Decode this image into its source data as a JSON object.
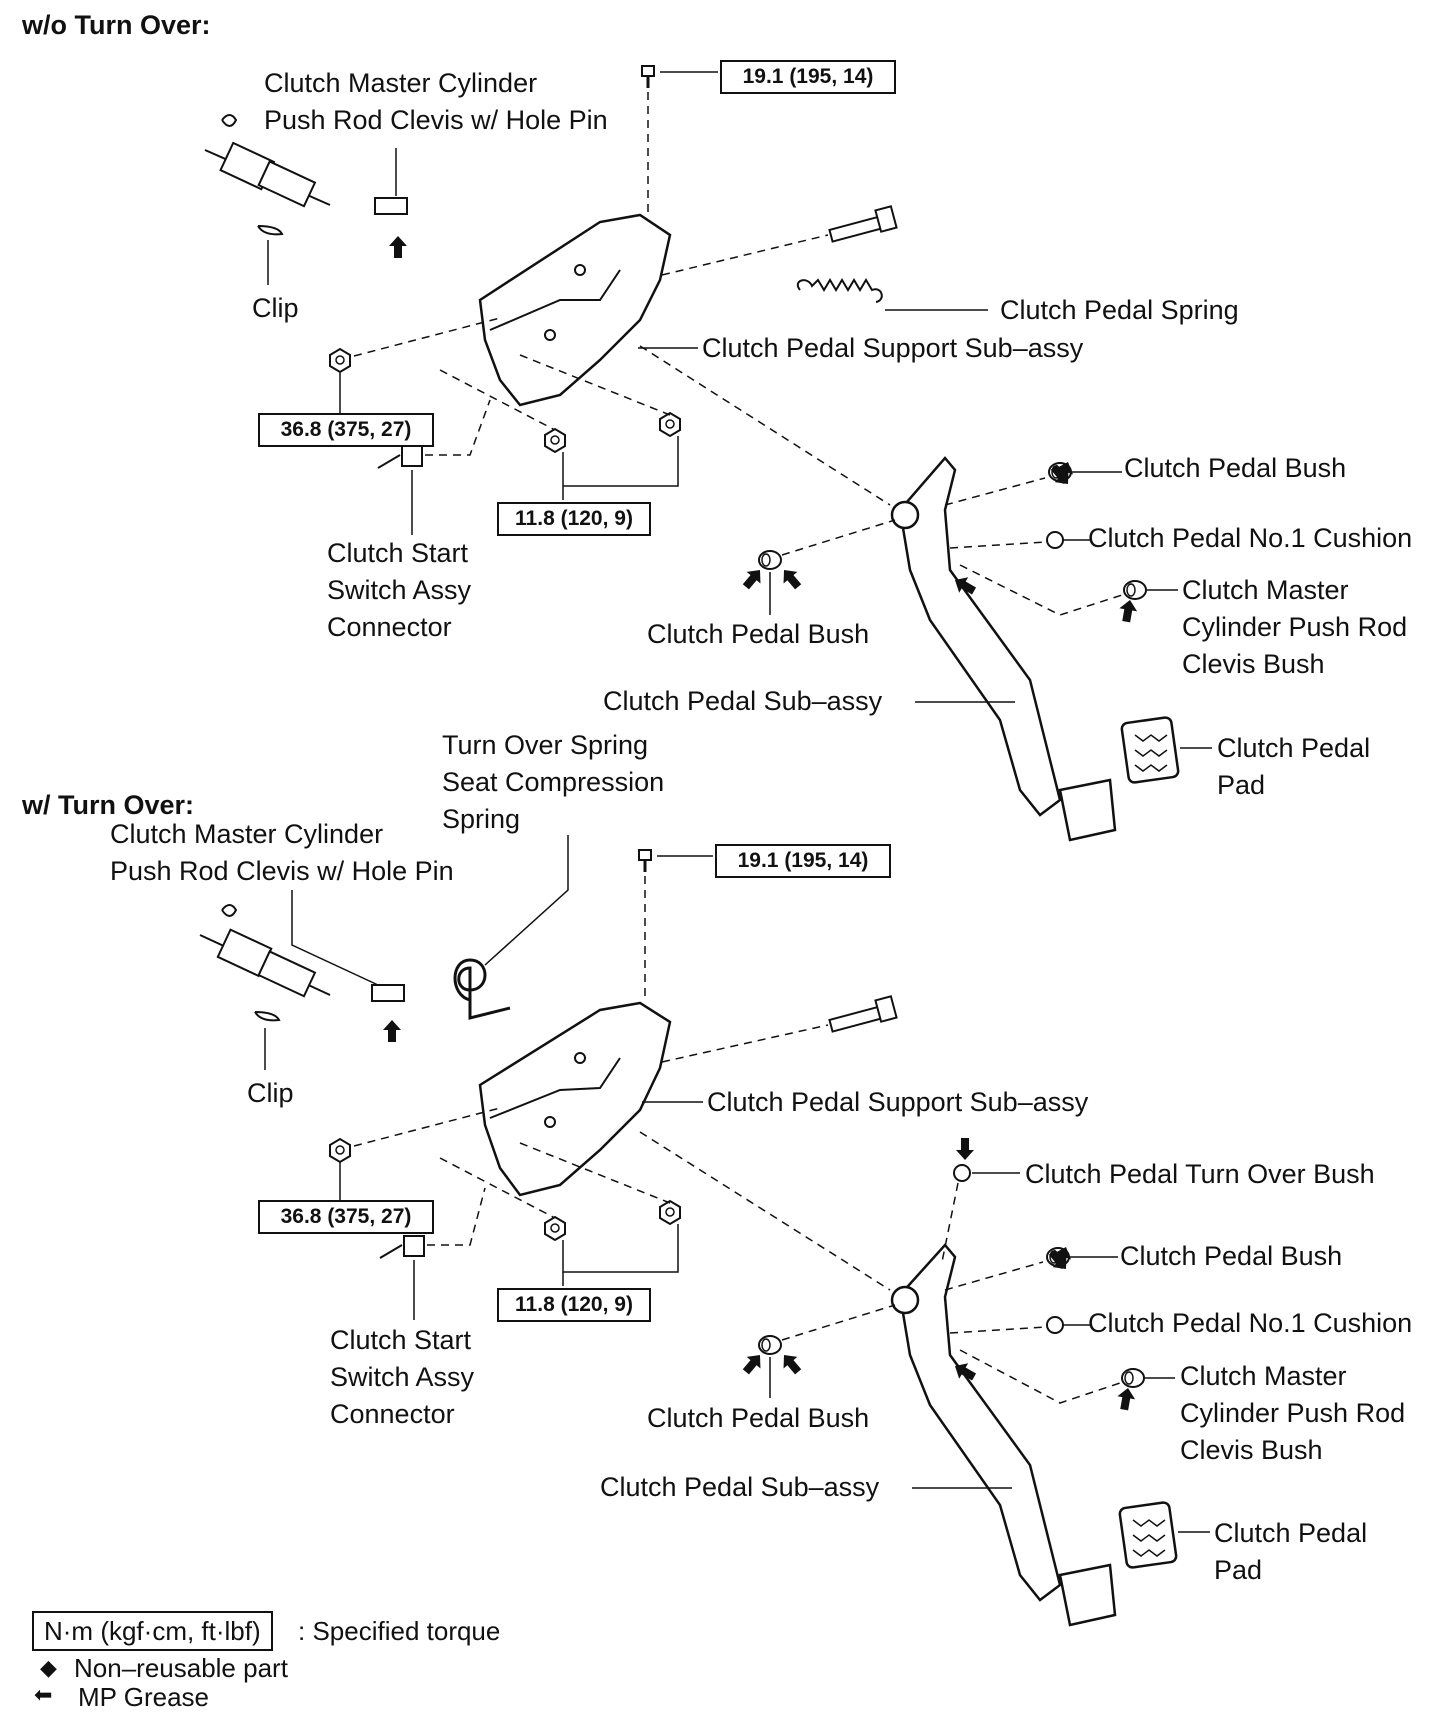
{
  "sections": {
    "top_title": "w/o Turn Over:",
    "bottom_title": "w/ Turn Over:"
  },
  "top": {
    "clevis_pin_l1": "Clutch Master Cylinder",
    "clevis_pin_l2": "Push Rod Clevis w/ Hole Pin",
    "clip": "Clip",
    "pedal_spring": "Clutch Pedal Spring",
    "support_subassy": "Clutch Pedal Support Sub–assy",
    "pedal_bush_right": "Clutch Pedal Bush",
    "no1_cushion": "Clutch Pedal No.1 Cushion",
    "clevis_bush_l1": "Clutch Master",
    "clevis_bush_l2": "Cylinder Push Rod",
    "clevis_bush_l3": "Clevis Bush",
    "pedal_bush_left": "Clutch Pedal Bush",
    "start_switch_l1": "Clutch Start",
    "start_switch_l2": "Switch Assy",
    "start_switch_l3": "Connector",
    "pedal_subassy": "Clutch Pedal Sub–assy",
    "pad_l1": "Clutch Pedal",
    "pad_l2": "Pad",
    "torque_bolt": "19.1 (195, 14)",
    "torque_nut_left": "36.8 (375, 27)",
    "torque_nuts": "11.8 (120, 9)"
  },
  "bottom": {
    "turn_over_l1": "Turn Over Spring",
    "turn_over_l2": "Seat Compression",
    "turn_over_l3": "Spring",
    "clevis_pin_l1": "Clutch Master Cylinder",
    "clevis_pin_l2": "Push Rod Clevis w/ Hole Pin",
    "clip": "Clip",
    "support_subassy": "Clutch Pedal Support Sub–assy",
    "turn_over_bush": "Clutch Pedal Turn Over Bush",
    "pedal_bush_right": "Clutch Pedal Bush",
    "no1_cushion": "Clutch Pedal No.1 Cushion",
    "clevis_bush_l1": "Clutch Master",
    "clevis_bush_l2": "Cylinder Push Rod",
    "clevis_bush_l3": "Clevis Bush",
    "pedal_bush_left": "Clutch Pedal Bush",
    "start_switch_l1": "Clutch Start",
    "start_switch_l2": "Switch Assy",
    "start_switch_l3": "Connector",
    "pedal_subassy": "Clutch Pedal Sub–assy",
    "pad_l1": "Clutch Pedal",
    "pad_l2": "Pad",
    "torque_bolt": "19.1 (195, 14)",
    "torque_nut_left": "36.8 (375, 27)",
    "torque_nuts": "11.8 (120, 9)"
  },
  "legend": {
    "torque_unit": "N·m (kgf·cm, ft·lbf)",
    "torque_desc": ": Specified torque",
    "nonreusable_symbol": "◆",
    "nonreusable": "Non–reusable part",
    "grease_symbol": "⬅",
    "grease": "MP Grease"
  }
}
